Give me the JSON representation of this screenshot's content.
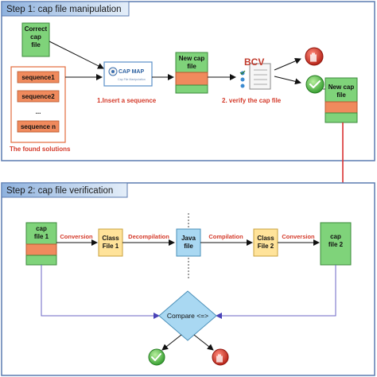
{
  "step1": {
    "title": "Step 1: cap file manipulation",
    "correct_cap_file": [
      "Correct",
      "cap",
      "file"
    ],
    "sequences": [
      "sequence1",
      "sequence2",
      "...",
      "sequence n"
    ],
    "found_solutions_label": "The found solutions",
    "capmap_logo_title": "CAP MAP",
    "capmap_logo_subtitle": "Cap File Manipulation",
    "insert_label": "1.Insert a sequence",
    "new_cap_file": [
      "New cap",
      "file"
    ],
    "bcv_label": "BCV",
    "verify_label": "2. verify the cap file",
    "new_cap_file_ok": [
      "New cap",
      "file"
    ]
  },
  "step2": {
    "title": "Step 2: cap file verification",
    "cap_file_1": [
      "cap",
      "file 1"
    ],
    "conversion_1": "Conversion",
    "class_file_1": [
      "Class",
      "File 1"
    ],
    "decompilation": "Decompilation",
    "java_file": [
      "Java",
      "file"
    ],
    "compilation": "Compilation",
    "class_file_2": [
      "Class",
      "File 2"
    ],
    "conversion_2": "Conversion",
    "cap_file_2": [
      "cap",
      "file 2"
    ],
    "compare": "Compare <=>"
  },
  "colors": {
    "panel_border": "#5b7bb0",
    "header_bg": "#a9c4e6",
    "green": "#7fd37a",
    "orange": "#f08a5d",
    "class_yellow": "#ffe39a",
    "java_blue": "#a9d8f2",
    "red_text": "#d43a2a",
    "purple_line": "#6b66c6",
    "red_line": "#d93030"
  }
}
